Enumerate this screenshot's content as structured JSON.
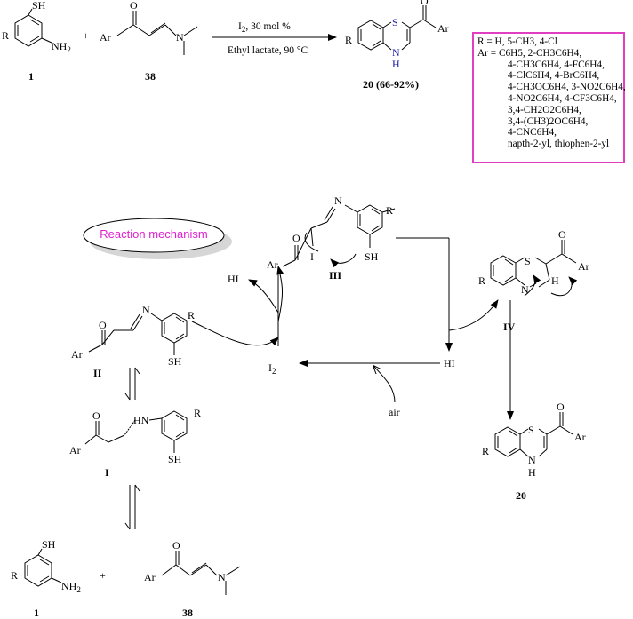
{
  "reaction": {
    "reagent_line1": "I",
    "reagent_line1_sub": "2",
    "reagent_line1_rest": ", 30 mol %",
    "reagent_line2": "Ethyl lactate, 90 °C",
    "product_label": "20 (66-92%)",
    "label_1": "1",
    "label_38": "38",
    "plus": "+"
  },
  "substituents": {
    "r_line": "R = H, 5-CH3, 4-Cl",
    "ar_lines": [
      "Ar = C6H5, 2-CH3C6H4,",
      "4-CH3C6H4, 4-FC6H4,",
      "4-ClC6H4, 4-BrC6H4,",
      "4-CH3OC6H4, 3-NO2C6H4,",
      "4-NO2C6H4, 4-CF3C6H4,",
      "3,4-CH2O2C6H4,",
      "3,4-(CH3)2OC6H4,",
      "4-CNC6H4,",
      "napth-2-yl, thiophen-2-yl"
    ]
  },
  "mechanism": {
    "title": "Reaction mechanism",
    "label_I": "I",
    "label_II": "II",
    "label_III": "III",
    "label_IV": "IV",
    "label_20": "20",
    "label_1": "1",
    "label_38": "38",
    "hi_left": "HI",
    "hi_right": "HI",
    "i2": "I",
    "i2_sub": "2",
    "air": "air",
    "plus": "+"
  },
  "atoms": {
    "R": "R",
    "SH": "SH",
    "NH2": "NH",
    "NH2_sub": "2",
    "Ar": "Ar",
    "N": "N",
    "S": "S",
    "H": "H",
    "O": "O",
    "HN": "HN",
    "I": "I"
  },
  "colors": {
    "box_border": "#e040c0",
    "title_text": "#e020d0",
    "heteroatom_blue": "#1a1aa8"
  }
}
